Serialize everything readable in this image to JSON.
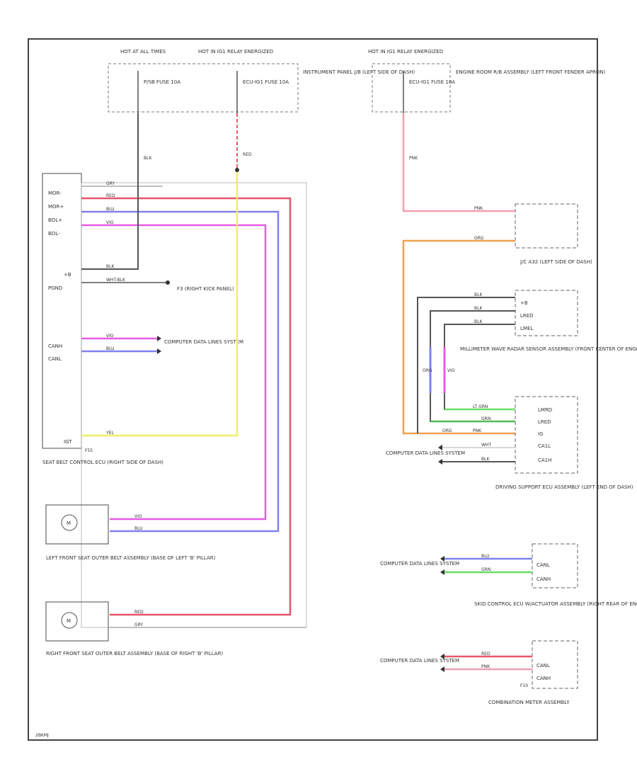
{
  "fuses": [
    {
      "hot": "HOT AT ALL TIMES",
      "name": "P/SB FUSE 10A"
    },
    {
      "hot": "HOT IN IG1 RELAY ENERGIZED",
      "name": "ECU-IG1 FUSE 10A"
    },
    {
      "hot": "HOT IN IG1 RELAY ENERGIZED",
      "name": "ECU-IG1 FUSE 10A"
    }
  ],
  "fuse_locations": [
    "INSTRUMENT PANEL J/B (LEFT SIDE OF DASH)",
    "ENGINE ROOM R/B ASSEMBLY (LEFT FRONT FENDER APRON)"
  ],
  "modules": {
    "seat_belt_ecu": {
      "name": "SEAT BELT CONTROL ECU (RIGHT SIDE OF DASH)",
      "pins": [
        "MOR-",
        "MOR+",
        "BDL+",
        "BDL-",
        "+B",
        "PGND",
        "CANH",
        "CANL",
        "IGT"
      ],
      "connector": "F55"
    },
    "left_belt": {
      "name": "LEFT FRONT SEAT OUTER BELT ASSEMBLY (BASE OF LEFT 'B' PILLAR)",
      "motor": "M"
    },
    "right_belt": {
      "name": "RIGHT FRONT SEAT OUTER BELT ASSEMBLY (BASE OF RIGHT 'B' PILLAR)",
      "motor": "M"
    },
    "jc": {
      "name": "J/C A32 (LEFT SIDE OF DASH)"
    },
    "radar": {
      "name": "MILLIMETER WAVE RADAR SENSOR ASSEMBLY (FRONT CENTER OF ENGINE COMPT)",
      "pins": [
        "+B",
        "LRED",
        "LMEL"
      ]
    },
    "driving_support": {
      "name": "DRIVING SUPPORT ECU ASSEMBLY (LEFT END OF DASH)",
      "pins": [
        "LMRD",
        "LRED",
        "IG",
        "CA1L",
        "CA1H"
      ]
    },
    "skid": {
      "name": "SKID CONTROL ECU W/ACTUATOR ASSEMBLY (RIGHT REAR OF ENGINE COMPT)",
      "pins": [
        "CANL",
        "CANH"
      ]
    },
    "meter": {
      "name": "COMBINATION METER ASSEMBLY",
      "pins": [
        "CANL",
        "CANH"
      ],
      "connector": "F10"
    }
  },
  "ground": "F3 (RIGHT KICK PANEL)",
  "data_lines_label": "COMPUTER DATA LINES SYSTEM",
  "wires": {
    "gry": "GRY",
    "red": "RED",
    "blu": "BLU",
    "vio": "VIO",
    "blk": "BLK",
    "wht_blk": "WHT-BLK",
    "yel": "YEL",
    "pnk": "PNK",
    "org": "ORG",
    "lt_grn": "LT GRN",
    "grn": "GRN",
    "wht": "WHT"
  },
  "footer": "2BKMJ"
}
